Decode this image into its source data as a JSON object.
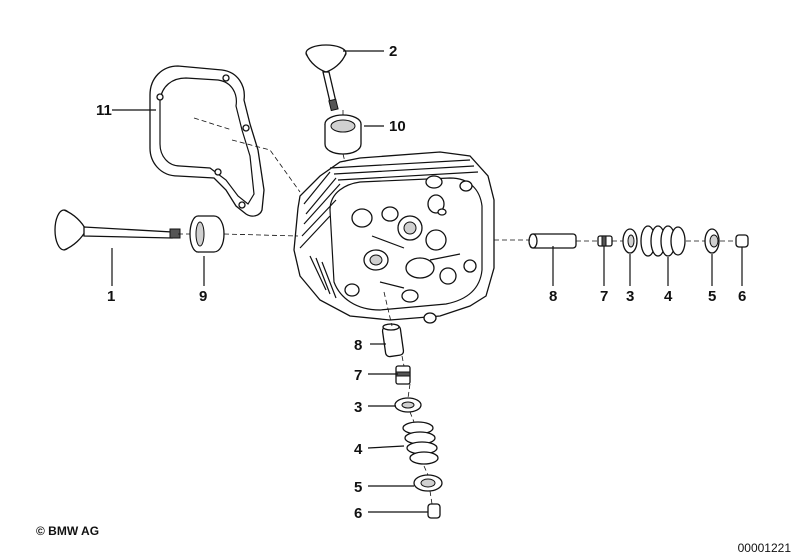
{
  "callouts": {
    "n1": "1",
    "n2": "2",
    "n3a": "3",
    "n3b": "3",
    "n4a": "4",
    "n4b": "4",
    "n5a": "5",
    "n5b": "5",
    "n6a": "6",
    "n6b": "6",
    "n7a": "7",
    "n7b": "7",
    "n8a": "8",
    "n8b": "8",
    "n9": "9",
    "n10": "10",
    "n11": "11"
  },
  "footer": {
    "copyright": "© BMW AG",
    "doc_number": "00001221"
  }
}
